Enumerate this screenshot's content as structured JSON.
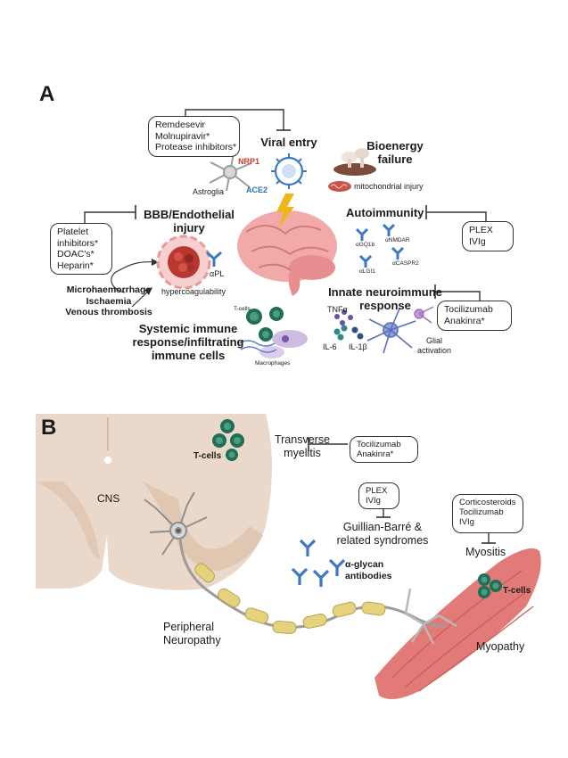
{
  "panel_a": {
    "letter": "A",
    "viral_entry": {
      "heading": "Viral entry",
      "drugs": [
        "Remdesevir",
        "Molnupiravir*",
        "Protease inhibitors*"
      ],
      "nrp1": "NRP1",
      "ace2": "ACE2",
      "astroglia": "Astroglia"
    },
    "bioenergy": {
      "heading_line1": "Bioenergy",
      "heading_line2": "failure",
      "mito": "mitochondrial injury"
    },
    "bbb": {
      "heading_line1": "BBB/Endothelial",
      "heading_line2": "injury",
      "drugs": [
        "Platelet",
        "inhibitors*",
        "DOAC's*",
        "Heparin*"
      ],
      "apl": "αPL",
      "hypercoag": "hypercoagulability",
      "outcomes": [
        "Microhaemorrhage",
        "Ischaemia",
        "Venous thrombosis"
      ]
    },
    "autoimmunity": {
      "heading": "Autoimmunity",
      "drugs": [
        "PLEX",
        "IVIg"
      ],
      "antibodies": [
        "αGQ1b",
        "αNMDAR",
        "αLGI1",
        "αCASPR2"
      ]
    },
    "innate": {
      "heading_line1": "Innate neuroimmune",
      "heading_line2": "response",
      "drugs": [
        "Tocilizumab",
        "Anakinra*"
      ],
      "cytokines": [
        "TNFα",
        "IL-6",
        "IL-1β"
      ],
      "glial_line1": "Glial",
      "glial_line2": "activation"
    },
    "systemic": {
      "heading_line1": "Systemic immune",
      "heading_line2": "response/infiltrating",
      "heading_line3": "immune cells",
      "tcells": "T-cells",
      "macrophages": "Macrophages"
    }
  },
  "panel_b": {
    "letter": "B",
    "cns": "CNS",
    "tcells_cns": "T-cells",
    "transverse_line1": "Transverse",
    "transverse_line2": "myelitis",
    "tm_drugs": [
      "Tocilizumab",
      "Anakinra*"
    ],
    "gbs_drugs": [
      "PLEX",
      "IVIg"
    ],
    "gbs_line1": "Guillian-Barré &",
    "gbs_line2": "related syndromes",
    "glycan_line1": "α-glycan",
    "glycan_line2": "antibodies",
    "myositis_drugs": [
      "Corticosteroids",
      "Tocilizumab",
      "IVIg"
    ],
    "myositis": "Myositis",
    "tcells_muscle": "T-cells",
    "peripheral_line1": "Peripheral",
    "peripheral_line2": "Neuropathy",
    "myopathy": "Myopathy"
  },
  "colors": {
    "spinal_outer": "#ead8ca",
    "spinal_inner": "#dcc0a8",
    "muscle": "#e27b78",
    "myelin": "#e5d27d",
    "tcell": "#1f6e57",
    "antibody": "#3d78c2",
    "brain": "#f1aaa8"
  }
}
